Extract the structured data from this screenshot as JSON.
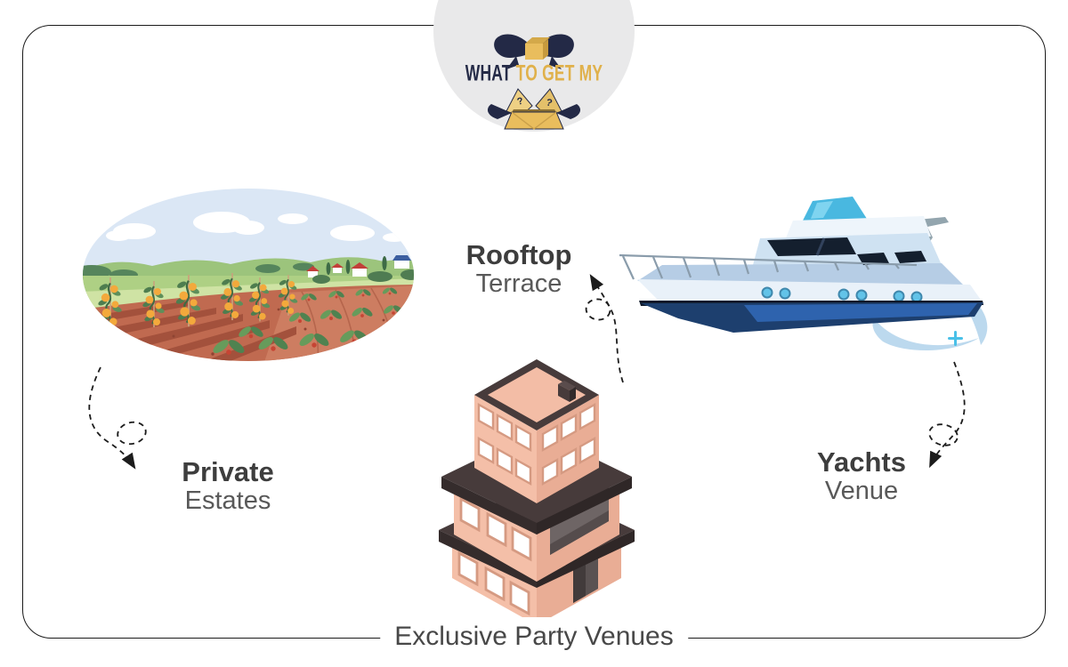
{
  "logo": {
    "brand_primary": "WHAT",
    "brand_secondary": "TO GET MY",
    "flap_glyph": "?"
  },
  "venues": {
    "private_estates": {
      "bold": "Private",
      "light": "Estates"
    },
    "rooftop_terrace": {
      "bold": "Rooftop",
      "light": "Terrace"
    },
    "yachts_venue": {
      "bold": "Yachts",
      "light": "Venue"
    }
  },
  "footer": {
    "title": "Exclusive Party Venues"
  },
  "icons": [
    "gift-bow-icon",
    "open-gift-box-icon",
    "farm-field-illustration",
    "isometric-building-illustration",
    "yacht-illustration",
    "dashed-arrow-left",
    "dashed-arrow-middle",
    "dashed-arrow-right"
  ],
  "colors": {
    "border": "#1b1b1b",
    "badge_bg": "#e9e9ea",
    "brand_navy": "#252b47",
    "brand_gold": "#e0b14b",
    "label_bold": "#3d3d3d",
    "label_light": "#595959",
    "title_text": "#484848",
    "building_salmon": "#f2bba4",
    "building_dark_ledge": "#473b3b",
    "yacht_navy": "#1d3f6e",
    "yacht_blue": "#2e63ae",
    "yacht_light": "#cfe2f2",
    "field_terracotta": "#c06a50",
    "field_green": "#aed084",
    "fruit_orange": "#f3a93c"
  }
}
